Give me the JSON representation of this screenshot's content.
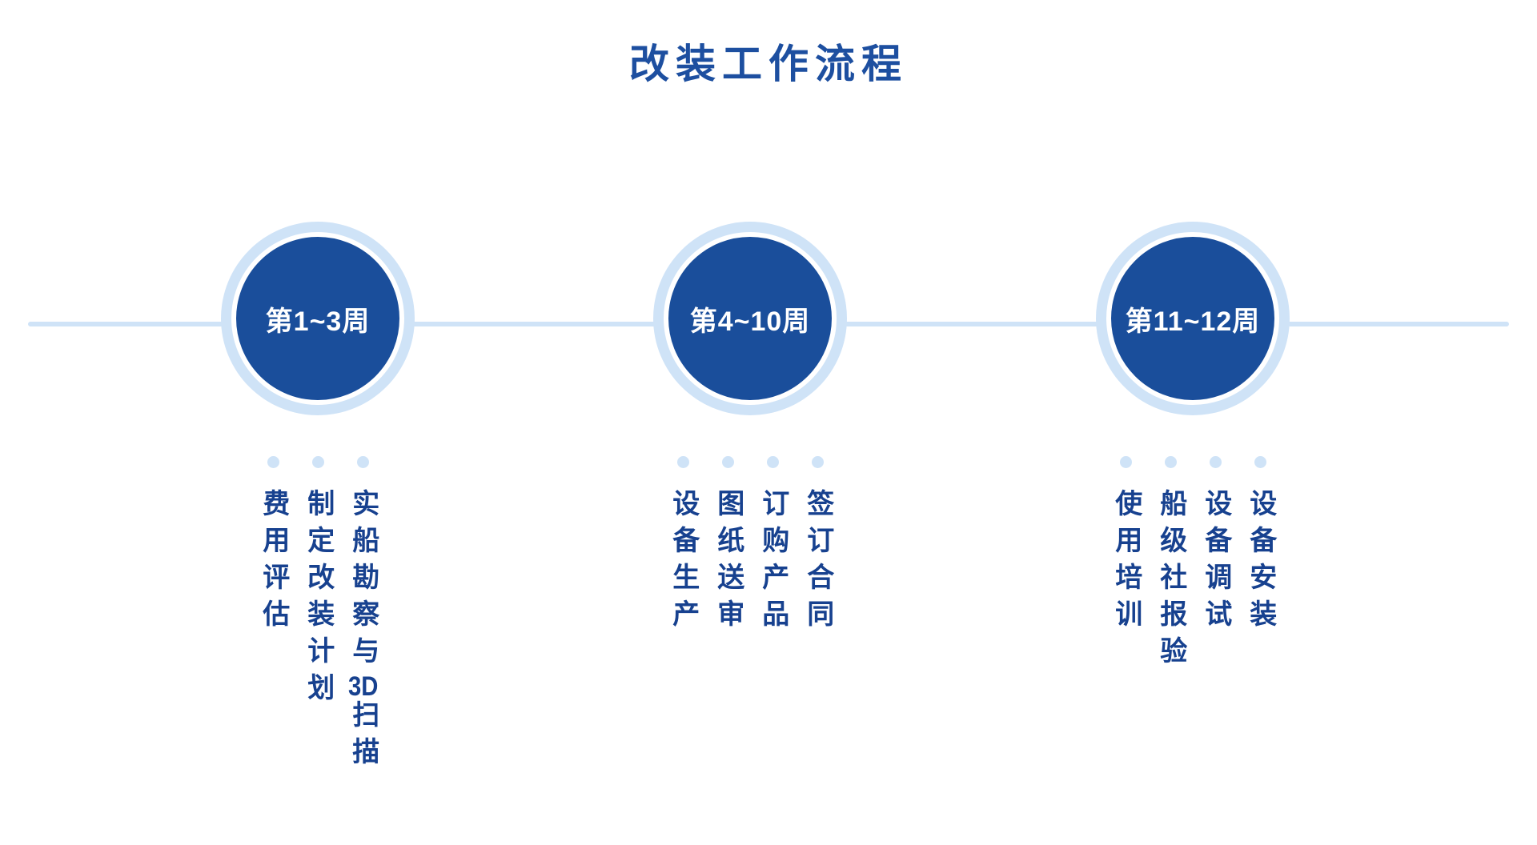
{
  "title": "改装工作流程",
  "colors": {
    "primary": "#1d4fa0",
    "circle": "#1a4e9b",
    "light": "#cfe3f7",
    "text": "#17418f"
  },
  "stages": [
    {
      "week": "第1~3周",
      "items": [
        "实船勘察与3D扫描",
        "制定改装计划",
        "费用评估"
      ]
    },
    {
      "week": "第4~10周",
      "items": [
        "签订合同",
        "订购产品",
        "图纸送审",
        "设备生产"
      ]
    },
    {
      "week": "第11~12周",
      "items": [
        "设备安装",
        "设备调试",
        "船级社报验",
        "使用培训"
      ]
    }
  ]
}
